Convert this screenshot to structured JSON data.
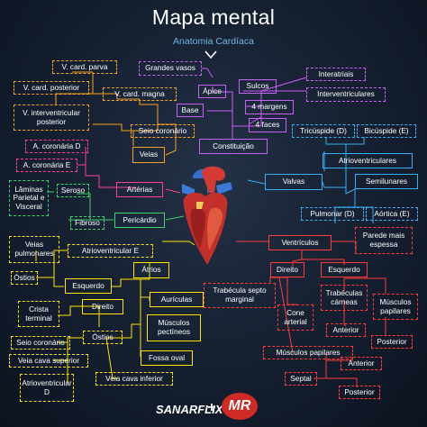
{
  "header": {
    "title": "Mapa mental",
    "subtitle": "Anatomia Cardíaca"
  },
  "nodes": {
    "constituicao": "Constituição",
    "grandes_vasos": "Grandes vasos",
    "apice": "Ápice",
    "base": "Base",
    "sulcos": "Sulcos",
    "margens": "4 margens",
    "faces": "4 faces",
    "interatriais": "Interatriais",
    "interventriculares": "Interventriculares",
    "veias": "Veias",
    "v_card_parva": "V. card. parva",
    "v_card_posterior": "V. card. posterior",
    "v_card_magna": "V. card. magna",
    "v_interventricular_posterior": "V. interventricular posterior",
    "seio_coronario_top": "Seio coronário",
    "arterias": "Artérias",
    "a_coronaria_d": "A. coronária D",
    "a_coronaria_e": "A. coronária E",
    "pericardio": "Pericárdio",
    "laminas": "Lâminas Parietal e Visceral",
    "seroso": "Seroso",
    "fibroso": "Fibroso",
    "atrios": "Átrios",
    "veias_pulmonares": "Veias pulmonares",
    "atrioventricular_e": "Atrioventricular E",
    "ostios_left": "Óstios",
    "esquerdo_atrio": "Esquerdo",
    "direito_atrio": "Direito",
    "crista_terminal": "Crista terminal",
    "auriculas": "Aurículas",
    "musculos_pectineos": "Músculos pectíneos",
    "ostios_right": "Óstios",
    "fossa_oval": "Fossa oval",
    "seio_coronario_bottom": "Seio coronário",
    "veia_cava_superior": "Veia cava superior",
    "atrioventricular_d": "Atrioventricular D",
    "veia_cava_inferior": "Veia cava inferior",
    "ventriculos": "Ventrículos",
    "parede_mais_espessa": "Parede mais espessa",
    "direito_ventriculo": "Direito",
    "esquerdo_ventriculo": "Esquerdo",
    "trabecula_septo_marginal": "Trabécula septo marginal",
    "cone_arterial": "Cone arterial",
    "trabeculas_carneas": "Trabéculas cárneas",
    "musculos_papilares_right": "Músculos papilares",
    "anterior_right": "Anterior",
    "posterior_right": "Posterior",
    "musculos_papilares_bottom": "Músculos papilares",
    "anterior_bottom": "Anterior",
    "septal": "Septal",
    "posterior_bottom": "Posterior",
    "valvas": "Valvas",
    "tricuspide_d": "Tricúspide (D)",
    "bicuspide_e": "Bicúspide (E)",
    "atrioventriculares": "Atrioventriculares",
    "semilunares": "Semilunares",
    "pulmonar_d": "Pulmonar (D)",
    "aortica_e": "Aórtica (E)"
  },
  "footer": {
    "logo_left": "SANARFLIX",
    "plus": "+",
    "logo_right": "MR"
  },
  "colors": {
    "constituicao": "#c95ff5",
    "veias": "#f7a21e",
    "arterias": "#ff3d98",
    "pericardio": "#3fd36a",
    "atrios": "#ffe400",
    "ventriculos": "#ff3b3b",
    "valvas": "#37aef5",
    "background": "#162132"
  }
}
